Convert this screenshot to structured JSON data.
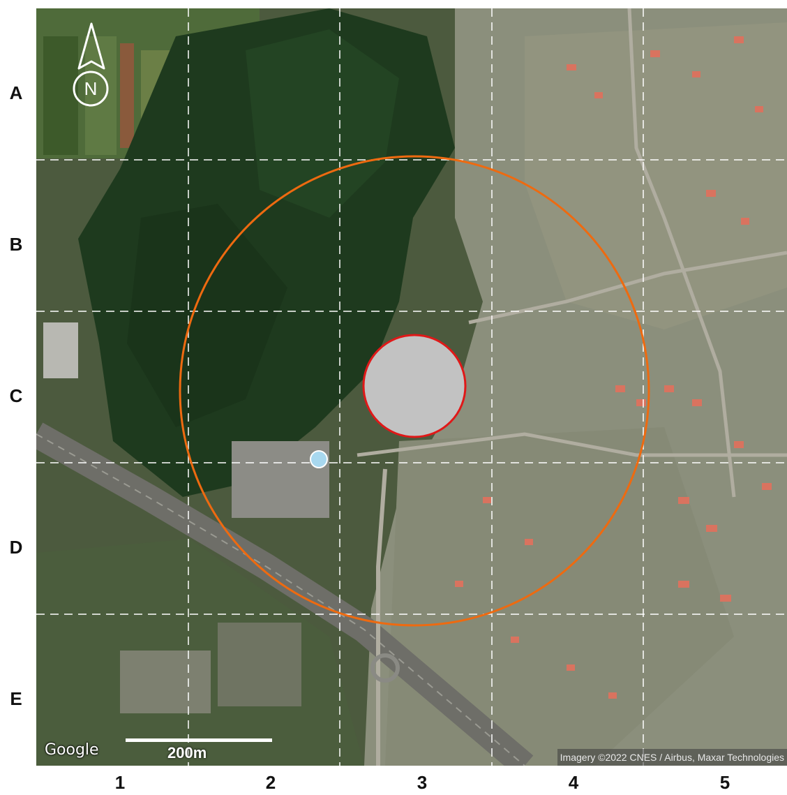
{
  "map": {
    "compass_letter": "N",
    "grid": {
      "rows": [
        "A",
        "B",
        "C",
        "D",
        "E"
      ],
      "columns": [
        "1",
        "2",
        "3",
        "4",
        "5"
      ]
    },
    "scale_label": "200m",
    "logo_text": "Google",
    "attribution": "Imagery ©2022 CNES / Airbus, Maxar Technologies",
    "colors": {
      "outer_ring": "#ee6a10",
      "center_fill": "#c2c2c2",
      "center_stroke": "#e01818",
      "marker": "#a8d8ef",
      "grid_line": "#ffffff"
    },
    "icons": [
      "north-arrow-icon",
      "blue-location-marker"
    ]
  }
}
